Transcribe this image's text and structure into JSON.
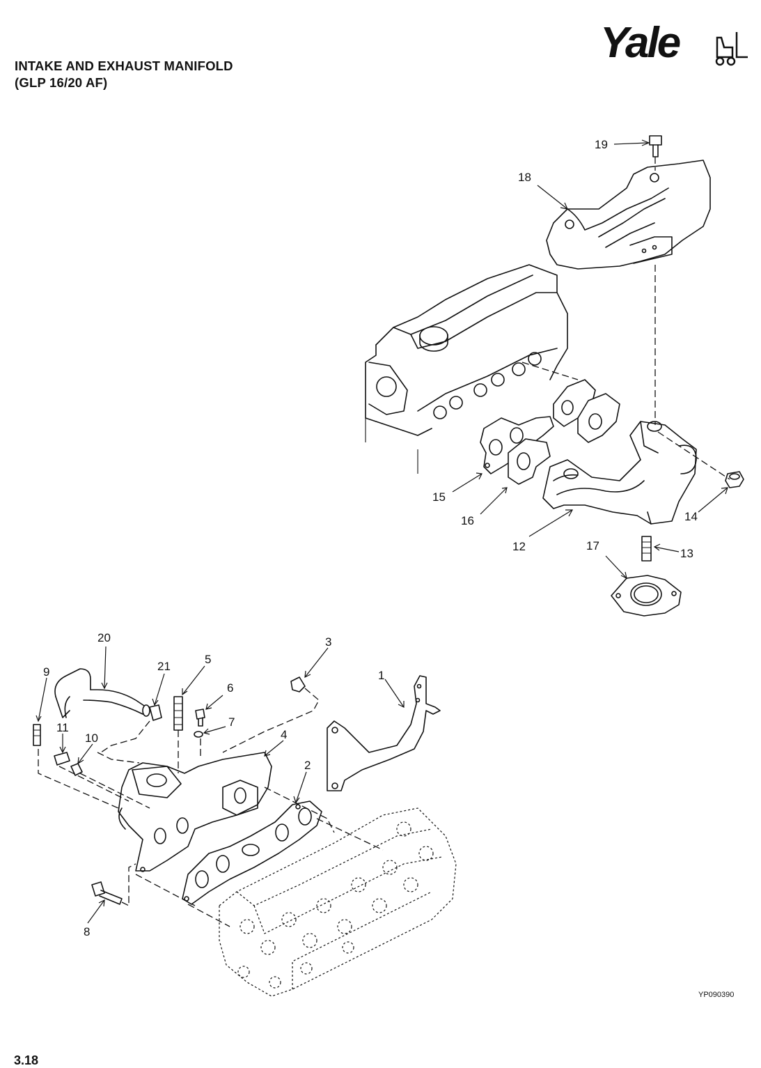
{
  "header": {
    "title_line1": "INTAKE AND EXHAUST MANIFOLD",
    "title_line2": "(GLP 16/20 AF)",
    "brand": "Yale"
  },
  "footer": {
    "figure_ref": "YP090390",
    "page_number": "3.18"
  },
  "callouts": [
    "1",
    "2",
    "3",
    "4",
    "5",
    "6",
    "7",
    "8",
    "9",
    "10",
    "11",
    "12",
    "13",
    "14",
    "15",
    "16",
    "17",
    "18",
    "19",
    "20",
    "21"
  ]
}
